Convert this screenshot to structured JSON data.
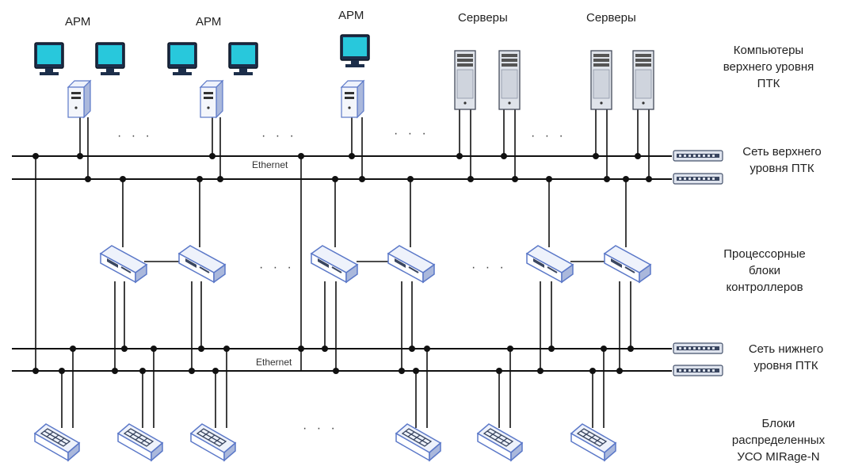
{
  "top_labels": {
    "apm_1": "АРМ",
    "apm_2": "АРМ",
    "apm_3": "АРМ",
    "servers_1": "Серверы",
    "servers_2": "Серверы"
  },
  "side_labels": {
    "upper_computers": "Компьютеры\nверхнего уровня\nПТК",
    "upper_network": "Сеть верхнего\nуровня ПТК",
    "controllers": "Процессорные\nблоки\nконтроллеров",
    "lower_network": "Сеть нижнего\nуровня ПТК",
    "io_blocks": "Блоки\nраспределенных\nУСО MIRage-N"
  },
  "ethernet_labels": {
    "upper": "Ethernet",
    "lower": "Ethernet"
  },
  "ellipsis": "· · ·",
  "colors": {
    "line": "#111111",
    "device_blue": "#5b78c8",
    "device_fill": "#eef2fb",
    "screen": "#28c8dc",
    "server_body": "#d8dde6"
  }
}
